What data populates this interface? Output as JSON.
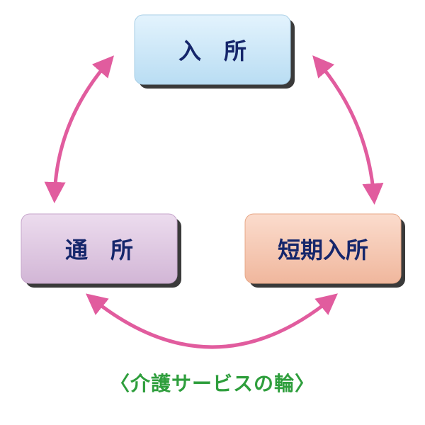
{
  "nodes": {
    "top": {
      "label": "入　所",
      "color": "#c9e6f7"
    },
    "left": {
      "label": "通　所",
      "color": "#dcc4de"
    },
    "right": {
      "label": "短期入所",
      "color": "#f6c8b2"
    }
  },
  "caption": "〈介護サービスの輪〉",
  "colors": {
    "arrow": "#e15c9e",
    "label_text": "#15266b",
    "caption_text": "#2e9e3c",
    "box_shadow": "#3a3a3a"
  }
}
